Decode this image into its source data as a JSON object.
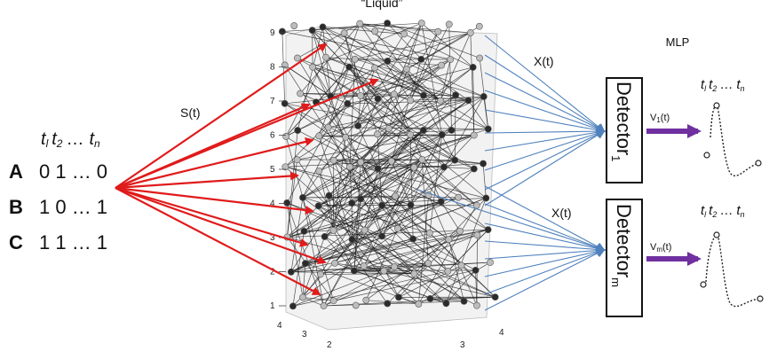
{
  "top_label": "“Liquid”",
  "mlp_label": "MLP",
  "input": {
    "time_header": {
      "t1": "t",
      "t1_sub": "l",
      "t2": "t",
      "t2_sub": "2",
      "dots": "…",
      "tn": "t",
      "tn_sub": "n"
    },
    "rows": [
      {
        "id": "A",
        "bits": "0 1 … 0"
      },
      {
        "id": "B",
        "bits": "1 0 … 1"
      },
      {
        "id": "C",
        "bits": "1 1 … 1"
      }
    ]
  },
  "signals": {
    "input": "S(t)",
    "state_top": "X(t)",
    "state_bottom": "X(t)"
  },
  "detectors": [
    {
      "name": "Detector",
      "sub": "1",
      "output": "V",
      "output_sub": "1",
      "output_suffix": "(t)"
    },
    {
      "name": "Detector",
      "sub": "m",
      "output": "V",
      "output_sub": "m",
      "output_suffix": "(t)"
    }
  ],
  "output_headers": [
    {
      "t1": "t",
      "t1_sub": "l",
      "t2": "t",
      "t2_sub": "2",
      "dots": "…",
      "tn": "t",
      "tn_sub": "n"
    },
    {
      "t1": "t",
      "t1_sub": "l",
      "t2": "t",
      "t2_sub": "2",
      "dots": "…",
      "tn": "t",
      "tn_sub": "n"
    }
  ],
  "axis": {
    "z_ticks": [
      "1",
      "2",
      "3",
      "4",
      "5",
      "6",
      "7",
      "8",
      "9"
    ],
    "depth_ticks": [
      "4",
      "3",
      "2"
    ],
    "width_ticks": [
      "3",
      "4"
    ]
  },
  "colors": {
    "input_arrows": "#e01b1b",
    "state_arrows": "#4f81bd",
    "output_arrows": "#7030a0"
  }
}
